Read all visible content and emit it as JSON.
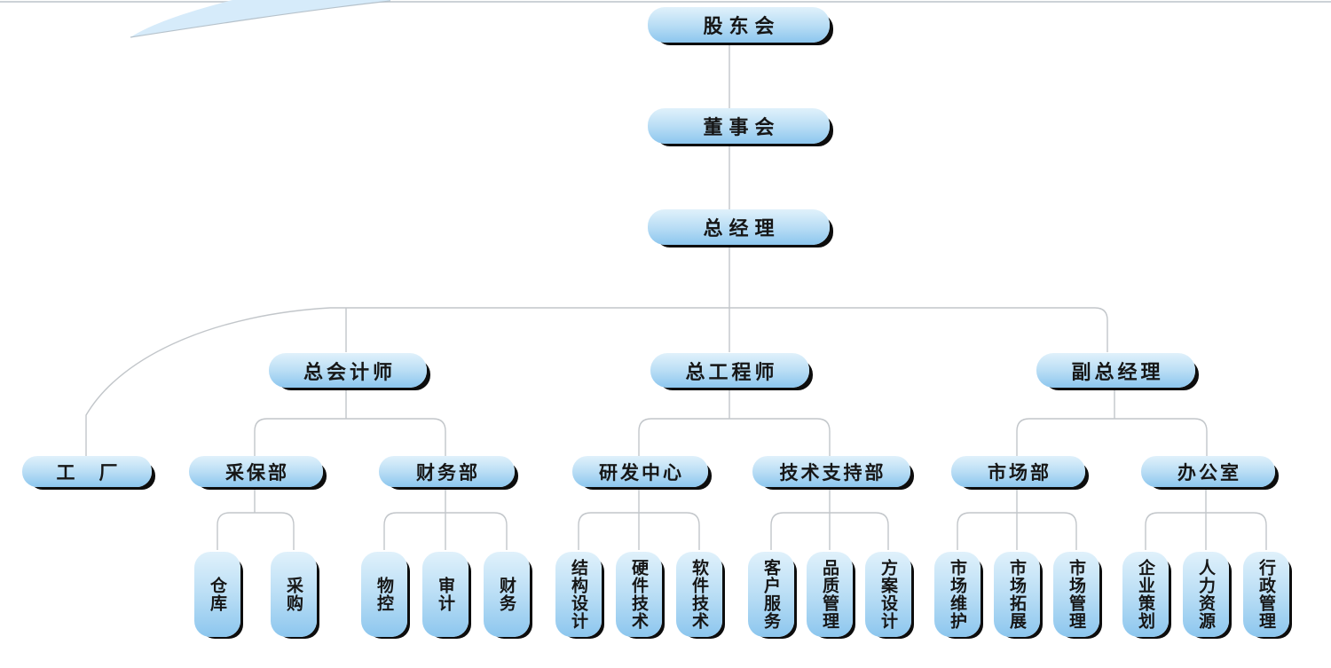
{
  "page": {
    "kind": "organization-chart",
    "background": "#ffffff",
    "top_border_color": "#ccd2d7"
  },
  "palette": {
    "box_gradient_top": "#e0f1fb",
    "box_gradient_middle": "#badef5",
    "box_gradient_bottom": "#8cc6ee",
    "box_shadow": "#0d0d0d",
    "connector_line": "#c2c6ca",
    "text": "#161616",
    "swoosh": "#d6ebfa"
  },
  "org": {
    "chain": [
      "股东会",
      "董事会",
      "总经理"
    ],
    "executives": [
      "总会计师",
      "总工程师",
      "副总经理"
    ],
    "departments": [
      "工　厂",
      "采保部",
      "财务部",
      "研发中心",
      "技术支持部",
      "市场部",
      "办公室"
    ],
    "teams": [
      [
        "仓库",
        "采购"
      ],
      [
        "物控",
        "审计",
        "财务"
      ],
      [
        "结构设计",
        "硬件技术",
        "软件技术"
      ],
      [
        "客户服务",
        "品质管理",
        "方案设计"
      ],
      [
        "市场维护",
        "市场拓展",
        "市场管理"
      ],
      [
        "企业策划",
        "人力资源",
        "行政管理"
      ]
    ]
  }
}
